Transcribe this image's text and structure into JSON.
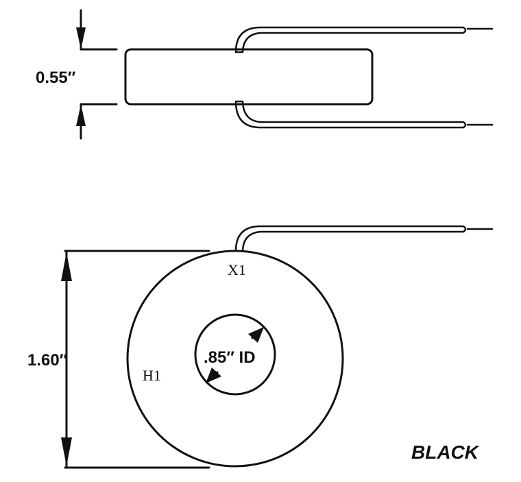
{
  "side_view": {
    "height_label": "0.55″"
  },
  "top_view": {
    "diameter_label": "1.60″",
    "inner_diameter_label": ".85″ ID",
    "terminal_x1": "X1",
    "terminal_h1": "H1",
    "color_label": "BLACK"
  }
}
